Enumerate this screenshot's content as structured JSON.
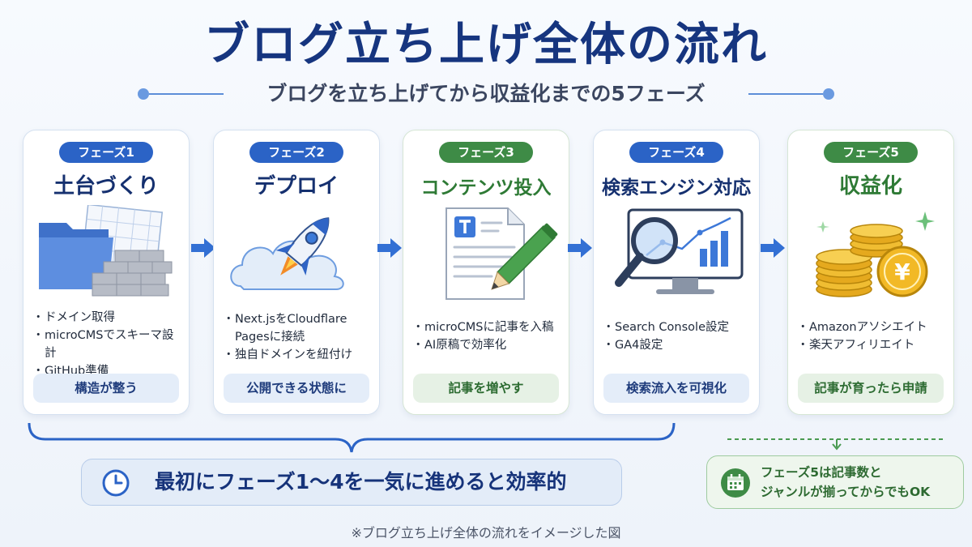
{
  "title": "ブログ立ち上げ全体の流れ",
  "subtitle": "ブログを立ち上げてから収益化までの5フェーズ",
  "phases": [
    {
      "badge": "フェーズ1",
      "title": "土台づくり",
      "color": "#2b63c6",
      "bullets": [
        "ドメイン取得",
        "microCMSでスキーマ設計",
        "GitHub準備"
      ],
      "result": "構造が整う",
      "icon": "folder-icon"
    },
    {
      "badge": "フェーズ2",
      "title": "デプロイ",
      "color": "#2b63c6",
      "bullets": [
        "Next.jsをCloudflare Pagesに接続",
        "独自ドメインを紐付け"
      ],
      "result": "公開できる状態に",
      "icon": "rocket-icon"
    },
    {
      "badge": "フェーズ3",
      "title": "コンテンツ投入",
      "color": "#3e8b46",
      "bullets": [
        "microCMSに記事を入稿",
        "AI原稿で効率化"
      ],
      "result": "記事を増やす",
      "icon": "document-pencil-icon"
    },
    {
      "badge": "フェーズ4",
      "title": "検索エンジン対応",
      "color": "#2b63c6",
      "bullets": [
        "Search Console設定",
        "GA4設定"
      ],
      "result": "検索流入を可視化",
      "icon": "magnifier-chart-icon"
    },
    {
      "badge": "フェーズ5",
      "title": "収益化",
      "color": "#3e8b46",
      "bullets": [
        "Amazonアソシエイト",
        "楽天アフィリエイト"
      ],
      "result": "記事が育ったら申請",
      "icon": "yen-coins-icon"
    }
  ],
  "banner": {
    "text": "最初にフェーズ1〜4を一気に進めると効率的",
    "icon": "clock-icon"
  },
  "note": {
    "line1": "フェーズ5は記事数と",
    "line2": "ジャンルが揃ってからでもOK",
    "icon": "calendar-icon"
  },
  "footnote": "※ブログ立ち上げ全体の流れをイメージした図",
  "colors": {
    "navy": "#16357f",
    "blue": "#2b63c6",
    "green": "#3e8b46"
  }
}
